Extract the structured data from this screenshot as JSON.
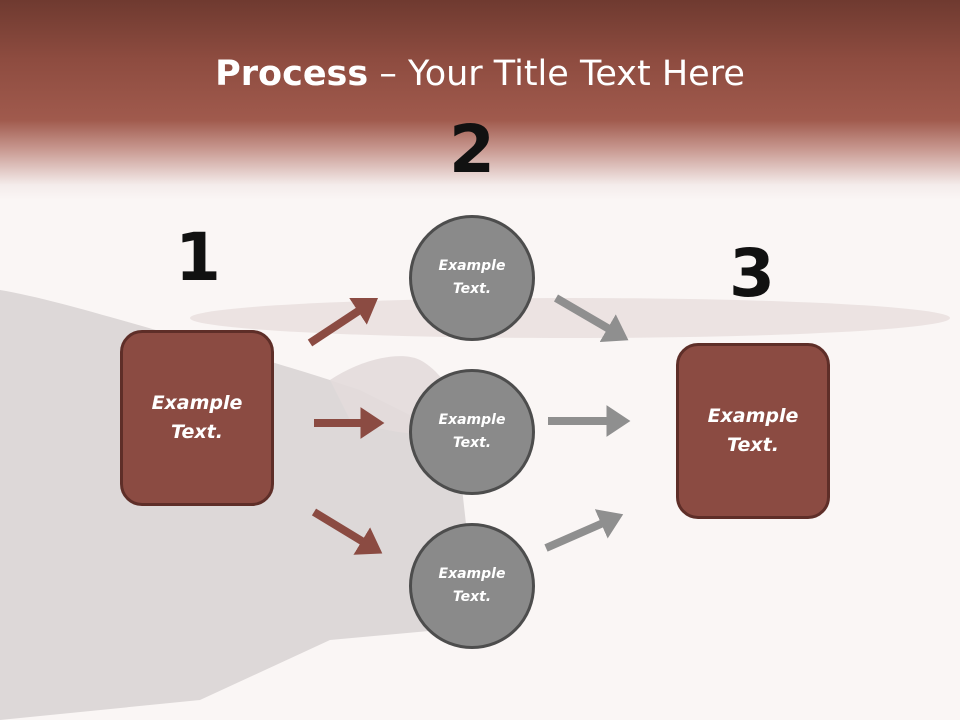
{
  "title": {
    "bold": "Process",
    "rest": " – Your Title Text Here"
  },
  "numbers": {
    "one": "1",
    "two": "2",
    "three": "3"
  },
  "left_box": {
    "text": "Example\nText."
  },
  "right_box": {
    "text": "Example\nText."
  },
  "circles": [
    {
      "text": "Example\nText."
    },
    {
      "text": "Example\nText."
    },
    {
      "text": "Example\nText."
    }
  ],
  "colors": {
    "accent": "#8b4b42",
    "accent_dark": "#5e2e28",
    "circle": "#8a8a8a",
    "arrow_gray": "#8f8f8f"
  }
}
